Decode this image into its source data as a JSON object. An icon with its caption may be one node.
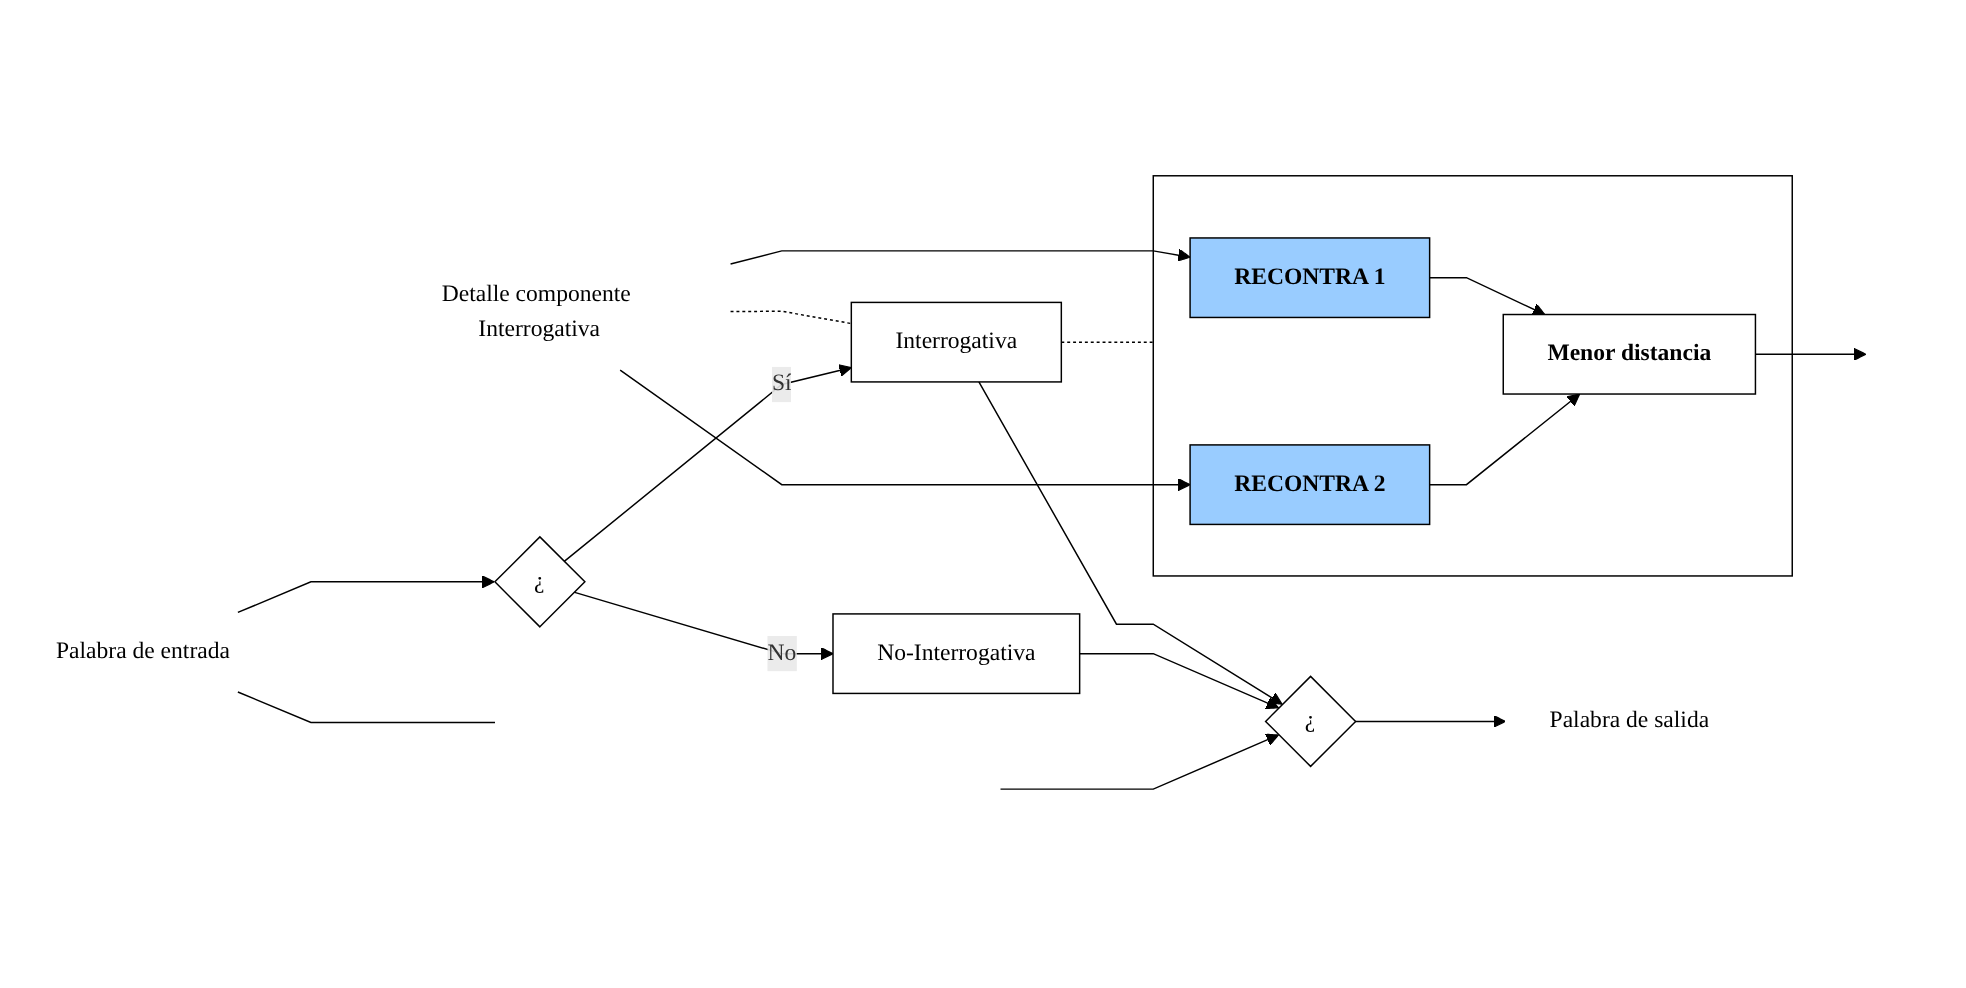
{
  "diagram": {
    "nodes": [
      {
        "text": [
          "Detalle componente Interrogativa"
        ]
      },
      {
        "text": [],
        "shape": "box"
      },
      {
        "text": [
          "RECONTRA 1"
        ],
        "in": 1
      },
      {
        "text": [
          "RECONTRA 2"
        ],
        "in": 1
      },
      {
        "text": [
          "Menor distancia"
        ],
        "in": 1
      },
      {
        "text": [
          "Palabra de entrada"
        ]
      },
      {
        "text": [
          "¿"
        ]
      },
      {
        "text": [
          "Interrogativa"
        ]
      },
      {
        "text": [
          "No-Interrogativa"
        ]
      },
      {
        "text": [
          "¿"
        ]
      },
      {
        "text": [
          "Palabra de salida"
        ]
      }
    ],
    "edges": [
      {
        "from": 0,
        "to": 2,
        "arrow": "to"
      },
      {
        "from": 0,
        "to": 3,
        "arrow": "to"
      },
      {
        "from": 2,
        "to": 4,
        "arrow": "to"
      },
      {
        "from": 3,
        "to": 4,
        "arrow": "to"
      },
      {
        "from": 4,
        "to": null,
        "arrow": "to"
      },
      {
        "from": 0,
        "to": 7,
        "arrow": "none",
        "style": "dashed"
      },
      {
        "from": 7,
        "to": 1,
        "arrow": "none",
        "style": "dashed"
      },
      {
        "from": 5,
        "to": 6,
        "arrow": "to"
      },
      {
        "from": 5,
        "to": null,
        "arrow": "none"
      },
      {
        "from": 6,
        "to": 7,
        "arrow": "to",
        "label": "Sí"
      },
      {
        "from": 6,
        "to": 8,
        "arrow": "to",
        "label": "No"
      },
      {
        "from": 7,
        "to": 9,
        "arrow": "to"
      },
      {
        "from": 8,
        "to": 9,
        "arrow": "to"
      },
      {
        "from": null,
        "to": 9,
        "arrow": "to"
      },
      {
        "from": 9,
        "to": 10,
        "arrow": "to"
      }
    ]
  }
}
